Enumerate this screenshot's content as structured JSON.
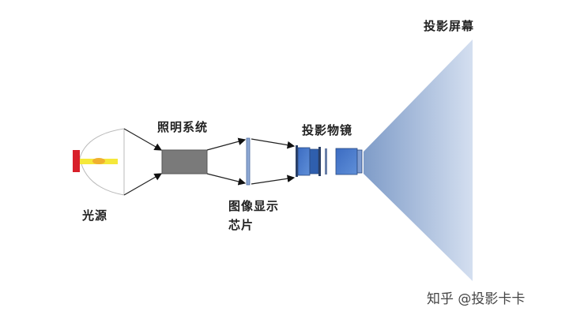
{
  "labels": {
    "screen": "投影屏幕",
    "illumination": "照明系统",
    "lens": "投影物镜",
    "light_source": "光源",
    "chip_line1": "图像显示",
    "chip_line2": "芯片"
  },
  "watermark": "知乎 @投影卡卡",
  "colors": {
    "source": "#d8202a",
    "beam": "#f5e83a",
    "illumination_block": "#7a7a7a",
    "lens_blue": "#3d6fc0",
    "screen_light": "#9fb6d6"
  }
}
